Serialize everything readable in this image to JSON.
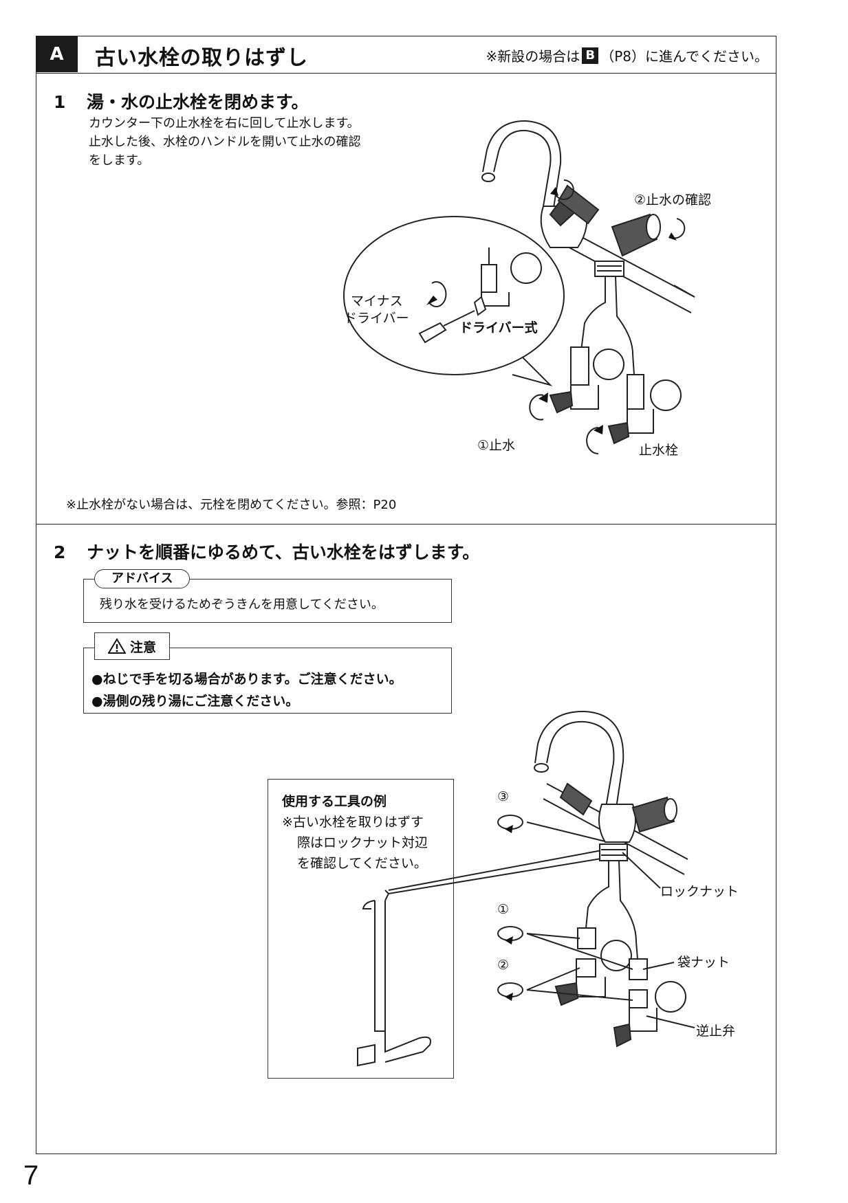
{
  "header": {
    "badge": "A",
    "title": "古い水栓の取りはずし",
    "note_prefix": "※新設の場合は",
    "note_badge": "B",
    "note_suffix": "（P8）に進んでください。"
  },
  "step1": {
    "number": "1",
    "title": "湯・水の止水栓を閉めます。",
    "body": [
      "カウンター下の止水栓を右に回して止水します。",
      "止水した後、水栓のハンドルを開いて止水の確認",
      "をします。"
    ],
    "labels": {
      "confirm": "②止水の確認",
      "screwdriver_line1": "マイナス",
      "screwdriver_line2": "ドライバー",
      "driver_type": "ドライバー式",
      "stop_water": "①止水",
      "stop_valve": "止水栓"
    },
    "footnote": "※止水栓がない場合は、元栓を閉めてください。参照：P20"
  },
  "step2": {
    "number": "2",
    "title": "ナットを順番にゆるめて、古い水栓をはずします。",
    "advice": {
      "label": "アドバイス",
      "text": "残り水を受けるためぞうきんを用意してください。"
    },
    "caution": {
      "label": "注意",
      "items": [
        "●ねじで手を切る場合があります。ご注意ください。",
        "●湯側の残り湯にご注意ください。"
      ]
    },
    "tools": {
      "title": "使用する工具の例",
      "note": [
        "※古い水栓を取りはずす",
        "際はロックナット対辺",
        "を確認してください。"
      ]
    },
    "labels": {
      "order3": "③",
      "order1": "①",
      "order2": "②",
      "lock_nut": "ロックナット",
      "bag_nut": "袋ナット",
      "check_valve": "逆止弁"
    }
  },
  "page_number": "7"
}
